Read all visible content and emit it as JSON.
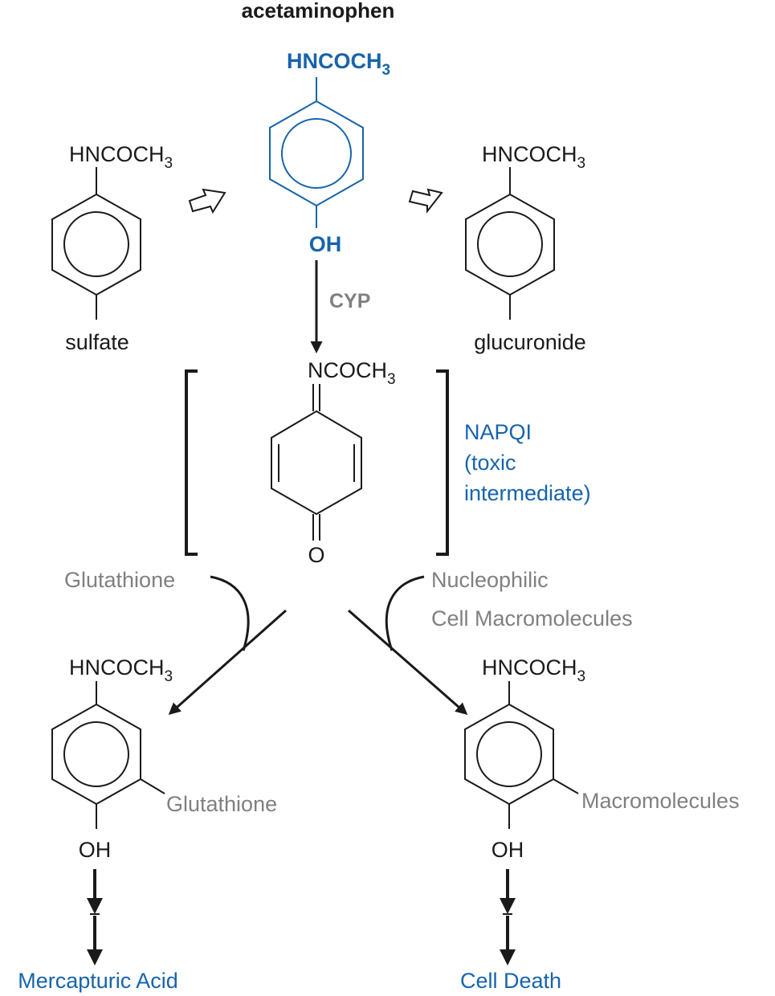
{
  "title": "acetaminophen",
  "parent": {
    "top_group": "HNCOCH",
    "top_sub": "3",
    "bottom_group": "OH"
  },
  "enzyme": "CYP",
  "sulfate_product": {
    "top_group": "HNCOCH",
    "top_sub": "3",
    "bottom_label": "sulfate"
  },
  "glucuronide_product": {
    "top_group": "HNCOCH",
    "top_sub": "3",
    "bottom_label": "glucuronide"
  },
  "napqi": {
    "top_group": "NCOCH",
    "top_sub": "3",
    "bottom_atom": "O",
    "label_lines": [
      "NAPQI",
      "(toxic",
      "intermediate)"
    ]
  },
  "reagents": {
    "left": "Glutathione",
    "right_lines": [
      "Nucleophilic",
      "Cell Macromolecules"
    ]
  },
  "glutathione_conjugate": {
    "top_group": "HNCOCH",
    "top_sub": "3",
    "side_label": "Glutathione",
    "bottom_group": "OH",
    "outcome": "Mercapturic Acid"
  },
  "macromolecule_adduct": {
    "top_group": "HNCOCH",
    "top_sub": "3",
    "side_label": "Macromolecules",
    "bottom_group": "OH",
    "outcome": "Cell Death"
  },
  "colors": {
    "black": "#1a1a1a",
    "blue": "#1764ab",
    "gray": "#808080"
  }
}
